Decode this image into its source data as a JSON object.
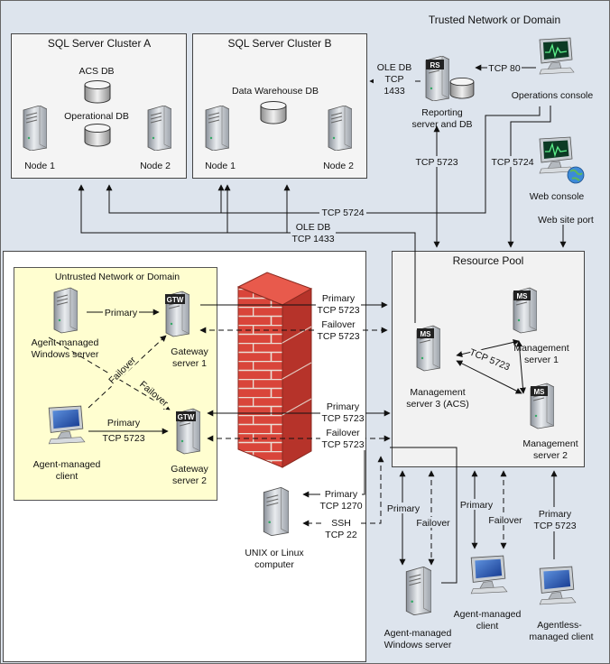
{
  "regions": {
    "trusted": "Trusted Network or Domain",
    "untrusted": "Untrusted Network or Domain",
    "cluster_a": "SQL Server Cluster A",
    "cluster_b": "SQL Server Cluster B",
    "resource_pool": "Resource Pool"
  },
  "nodes": {
    "acs_db": "ACS DB",
    "operational_db": "Operational DB",
    "node1_a": "Node 1",
    "node2_a": "Node 2",
    "dw_db": "Data Warehouse DB",
    "node1_b": "Node 1",
    "node2_b": "Node 2",
    "reporting": [
      "Reporting",
      "server and DB"
    ],
    "ops_console": "Operations console",
    "web_console": "Web console",
    "ms1": [
      "Management",
      "server 1"
    ],
    "ms2": [
      "Management",
      "server 2"
    ],
    "ms3": [
      "Management",
      "server 3 (ACS)"
    ],
    "gw1": [
      "Gateway",
      "server 1"
    ],
    "gw2": [
      "Gateway",
      "server 2"
    ],
    "agent_win_untrusted": [
      "Agent-managed",
      "Windows server"
    ],
    "agent_client_untrusted": [
      "Agent-managed",
      "client"
    ],
    "unix": [
      "UNIX or Linux",
      "computer"
    ],
    "agent_win_trusted": [
      "Agent-managed",
      "Windows server"
    ],
    "agent_client_trusted": [
      "Agent-managed",
      "client"
    ],
    "agentless_client": [
      "Agentless-",
      "managed client"
    ]
  },
  "server_badges": {
    "rs": "RS",
    "ms": "MS",
    "gtw": "GTW"
  },
  "connections": {
    "oledb_1433_top": [
      "OLE DB",
      "TCP",
      "1433"
    ],
    "tcp80": "TCP 80",
    "tcp5723_reporting": "TCP 5723",
    "tcp5724_ops": "TCP 5724",
    "tcp5724_cluster": "TCP 5724",
    "oledb_1433_mid": [
      "OLE DB",
      "TCP 1433"
    ],
    "website_port": "Web site port",
    "gw1_primary": [
      "Primary",
      "TCP 5723"
    ],
    "gw1_failover": [
      "Failover",
      "TCP 5723"
    ],
    "gw2_primary": [
      "Primary",
      "TCP 5723"
    ],
    "gw2_failover": [
      "Failover",
      "TCP 5723"
    ],
    "pool_internal": "TCP 5723",
    "agent_primary_gw1": "Primary",
    "failover_a": "Failover",
    "failover_b": "Failover",
    "client_primary_gw2": [
      "Primary",
      "TCP 5723"
    ],
    "unix_primary": [
      "Primary",
      "TCP 1270"
    ],
    "unix_ssh": [
      "SSH",
      "TCP 22"
    ],
    "bottom_primary_1": "Primary",
    "bottom_failover_1": "Failover",
    "bottom_primary_2": "Primary",
    "bottom_failover_2": "Failover",
    "agentless_primary": [
      "Primary",
      "TCP 5723"
    ]
  }
}
